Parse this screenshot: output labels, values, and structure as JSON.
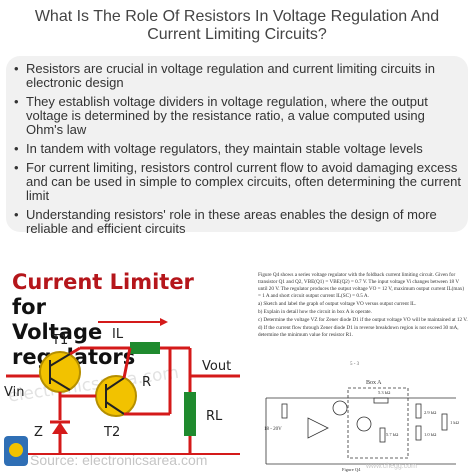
{
  "title": {
    "line1": "What Is The Role Of Resistors In Voltage Regulation And",
    "line2": "Current Limiting Circuits?"
  },
  "bullets": [
    "Resistors are crucial in voltage regulation and current limiting circuits in electronic design",
    "They establish voltage dividers in voltage regulation, where the output voltage is determined by the resistance ratio, a value computed using Ohm's law",
    "In tandem with voltage regulators, they maintain stable voltage levels",
    "For current limiting, resistors control current flow to avoid damaging excess and can be used in simple to complex circuits, often determining the current limit",
    "Understanding resistors' role in these areas enables the design of more reliable and efficient circuits"
  ],
  "limiter": {
    "title_red": "Current Limiter",
    "title_for": " for",
    "title_line2": "Voltage regulators",
    "labels": {
      "t1": "T1",
      "t2": "T2",
      "il": "IL",
      "vin": "Vin",
      "vout": "Vout",
      "r": "R",
      "rl": "RL",
      "z": "Z"
    },
    "watermark": "electronicsarea.com",
    "source": "Source: electronicsarea.com",
    "colors": {
      "wire": "#d41a1a",
      "resistor": "#1f8a2e",
      "transistor": "#f2c200",
      "zener": "#d41a1a"
    }
  },
  "doc": {
    "paragraphs": [
      "Figure Q4 shows a series voltage regulator with the foldback current limiting circuit. Given for transistor Q1 and Q2, VBE(Q1) = VBE(Q2) = 0.7 V. The input voltage Vi changes between 18 V until 20 V. The regulator produces the output voltage VO = 12 V, maximum output current IL(max) = 1 A and short circuit output current IL(SC) = 0.5 A.",
      "a) Sketch and label the graph of output voltage VO versus output current IL.",
      "b) Explain in detail how the circuit in box A is operate.",
      "c) Determine the voltage VZ for Zener diode D1 if the output voltage VO will be maintained at 12 V.",
      "d) If the current flow through Zener diode D1 in reverse breakdown region is not exceed 30 mA, determine the minimum value for resistor R1."
    ],
    "page": "5 - 3",
    "box_label": "Box A",
    "figure_label": "Figure Q4",
    "vin_label": "18 - 20V",
    "resistor_values": [
      "5.3 kΩ",
      "2.9 kΩ",
      "5.7 kΩ",
      "1.0 kΩ",
      "1 kΩ"
    ],
    "watermark": "www.chegg.com"
  }
}
